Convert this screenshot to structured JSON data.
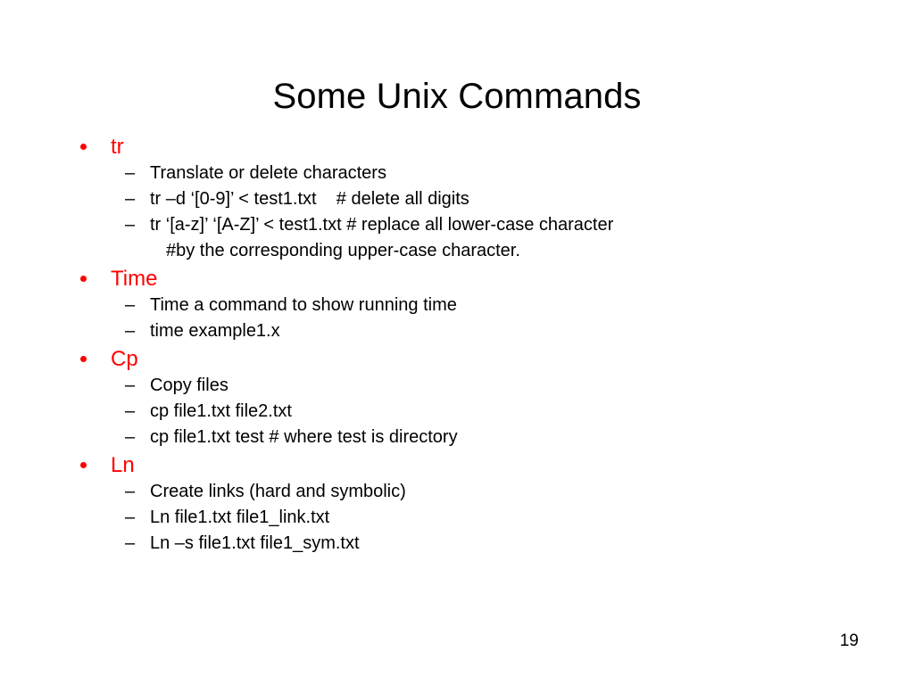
{
  "slide": {
    "title": "Some Unix Commands",
    "page_number": "19",
    "accent_color": "#ff0000",
    "text_color": "#000000",
    "background_color": "#ffffff",
    "bullet_marker_level1": "•",
    "bullet_marker_level2": "–",
    "groups": [
      {
        "label": "tr",
        "items": [
          {
            "text": "Translate or delete characters"
          },
          {
            "text": "tr –d ‘[0-9]’ < test1.txt    # delete all digits"
          },
          {
            "text": "tr ‘[a-z]’ ‘[A-Z]’ < test1.txt # replace all lower-case character",
            "continuation": "#by the corresponding upper-case character."
          }
        ]
      },
      {
        "label": "Time",
        "items": [
          {
            "text": "Time a command to show running time"
          },
          {
            "text": "time example1.x"
          }
        ]
      },
      {
        "label": "Cp",
        "items": [
          {
            "text": "Copy files"
          },
          {
            "text": "cp file1.txt file2.txt"
          },
          {
            "text": "cp file1.txt test # where test is directory"
          }
        ]
      },
      {
        "label": "Ln",
        "items": [
          {
            "text": "Create links (hard and symbolic)"
          },
          {
            "text": "Ln file1.txt file1_link.txt"
          },
          {
            "text": "Ln –s file1.txt file1_sym.txt"
          }
        ]
      }
    ]
  }
}
